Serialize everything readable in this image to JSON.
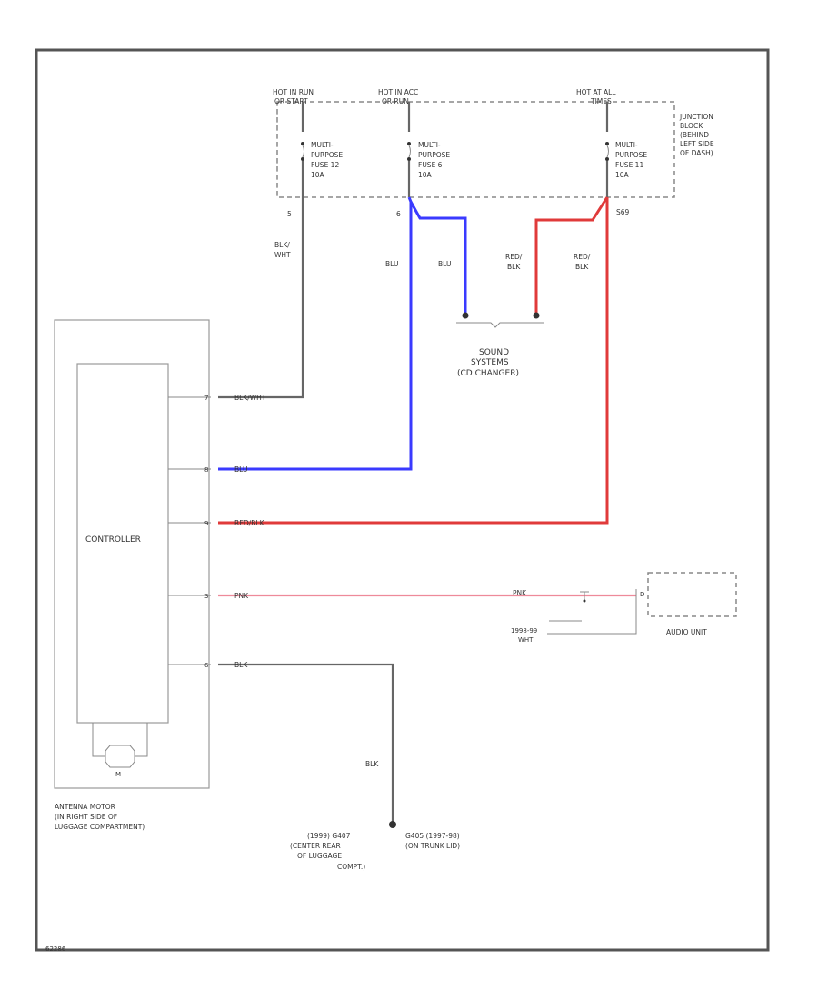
{
  "hot_labels": {
    "left": [
      "HOT IN RUN",
      "OR START"
    ],
    "middle": [
      "HOT IN ACC",
      "OR RUN"
    ],
    "right": [
      "HOT AT ALL",
      "TIMES"
    ]
  },
  "junction_block": [
    "JUNCTION",
    "BLOCK",
    "(BEHIND",
    "LEFT SIDE",
    "OF DASH)"
  ],
  "fuses": {
    "fuse12": [
      "MULTI-",
      "PURPOSE",
      "FUSE 12",
      "10A"
    ],
    "fuse6": [
      "MULTI-",
      "PURPOSE",
      "FUSE 6",
      "10A"
    ],
    "fuse11": [
      "MULTI-",
      "PURPOSE",
      "FUSE 11",
      "10A"
    ]
  },
  "pins": {
    "fuse12": "5",
    "fuse6": "6",
    "fuse11": "S69"
  },
  "wire_labels": {
    "blk_wht_vertical": [
      "BLK/",
      "WHT"
    ],
    "blu_left": "BLU",
    "blu_right": "BLU",
    "red_blk_left": [
      "RED/",
      "BLK"
    ],
    "red_blk_right": [
      "RED/",
      "BLK"
    ],
    "blk_wht_horizontal": "BLK/WHT",
    "blu_horizontal": "BLU",
    "red_blk_horizontal": "RED/BLK",
    "pnk_horizontal": "PNK",
    "pnk_right": "PNK",
    "blk_horizontal": "BLK",
    "blk_vertical": "BLK",
    "date_wht": [
      "1998-99",
      "WHT"
    ]
  },
  "connector_pins": [
    "7",
    "8",
    "9",
    "3",
    "6"
  ],
  "sound_system": [
    "SOUND",
    "SYSTEMS",
    "(CD CHANGER)"
  ],
  "controller_label": "CONTROLLER",
  "motor_symbol": "M",
  "antenna_motor": [
    "ANTENNA MOTOR",
    "(IN RIGHT SIDE OF",
    "LUGGAGE COMPARTMENT)"
  ],
  "audio_unit": "AUDIO UNIT",
  "ground_left": [
    "(1999) G407",
    "(CENTER REAR",
    "OF LUGGAGE",
    "COMPT.)"
  ],
  "ground_right": [
    "G405 (1997-98)",
    "(ON TRUNK LID)"
  ],
  "page_code": "62286",
  "colors": {
    "blue_wire": "#3a3aff",
    "red_wire": "#e03a3a",
    "pink_wire": "#ee8a9a",
    "dark_wire": "#666666"
  }
}
